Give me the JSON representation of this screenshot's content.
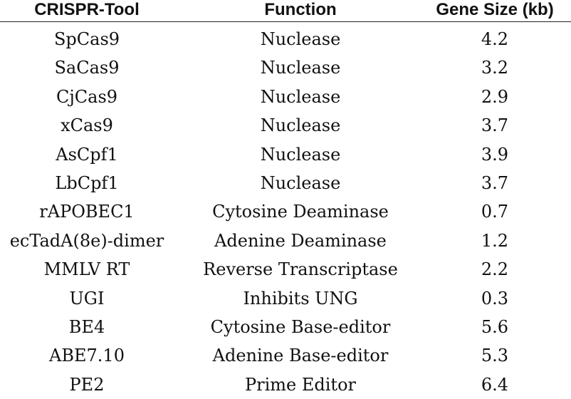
{
  "table": {
    "headers": [
      "CRISPR-Tool",
      "Function",
      "Gene Size (kb)"
    ],
    "rows": [
      [
        "SpCas9",
        "Nuclease",
        "4.2"
      ],
      [
        "SaCas9",
        "Nuclease",
        "3.2"
      ],
      [
        "CjCas9",
        "Nuclease",
        "2.9"
      ],
      [
        "xCas9",
        "Nuclease",
        "3.7"
      ],
      [
        "AsCpf1",
        "Nuclease",
        "3.9"
      ],
      [
        "LbCpf1",
        "Nuclease",
        "3.7"
      ],
      [
        "rAPOBEC1",
        "Cytosine Deaminase",
        "0.7"
      ],
      [
        "ecTadA(8e)-dimer",
        "Adenine Deaminase",
        "1.2"
      ],
      [
        "MMLV RT",
        "Reverse Transcriptase",
        "2.2"
      ],
      [
        "UGI",
        "Inhibits UNG",
        "0.3"
      ],
      [
        "BE4",
        "Cytosine Base-editor",
        "5.6"
      ],
      [
        "ABE7.10",
        "Adenine Base-editor",
        "5.3"
      ],
      [
        "PE2",
        "Prime Editor",
        "6.4"
      ]
    ]
  }
}
